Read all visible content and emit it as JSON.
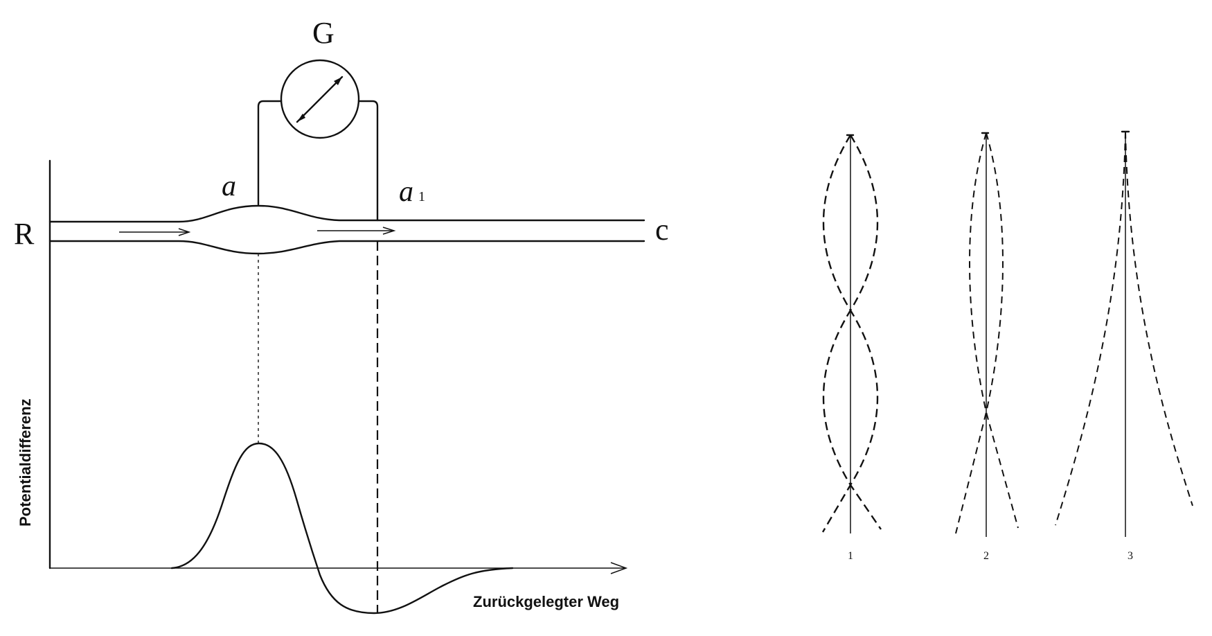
{
  "left_figure": {
    "galvanometer_label": "G",
    "left_end_label": "R",
    "right_end_label": "c",
    "electrode_a_label": "a",
    "electrode_a1_base": "a",
    "electrode_a1_sub": "1",
    "y_axis_label": "Potentialdifferenz",
    "x_axis_label": "Zurückgelegter Weg"
  },
  "right_figure": {
    "panel_labels": [
      "1",
      "2",
      "3"
    ]
  }
}
